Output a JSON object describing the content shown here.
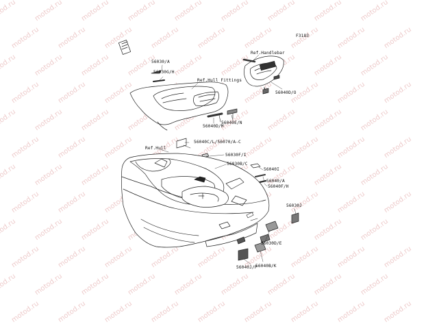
{
  "figure_id": "F3183",
  "watermark": "motod.ru",
  "callouts": {
    "ref_handlebar": "Ref.Handlebar",
    "ref_hull_fittings": "Ref.Hull Fittings",
    "ref_hull": "Ref.Hull",
    "p_56030_a": "56030/A",
    "p_56030g_h": "56030G/H",
    "p_56040d_o": "56040D/O",
    "p_56040d_m": "56040D/M",
    "p_56040e_n": "56040E/N",
    "p_56040c": "56040C/L/56070/A-C",
    "p_56030f_i": "56030F/I",
    "p_56030b_c": "56030B/C",
    "p_56040i": "56040I",
    "p_56040_a": "56040/A",
    "p_56040f_h": "56040F/H",
    "p_56030j": "56030J",
    "p_56030d_e": "56030D/E",
    "p_56040j_p": "56040J/P",
    "p_56040b_k": "56040B/K"
  }
}
